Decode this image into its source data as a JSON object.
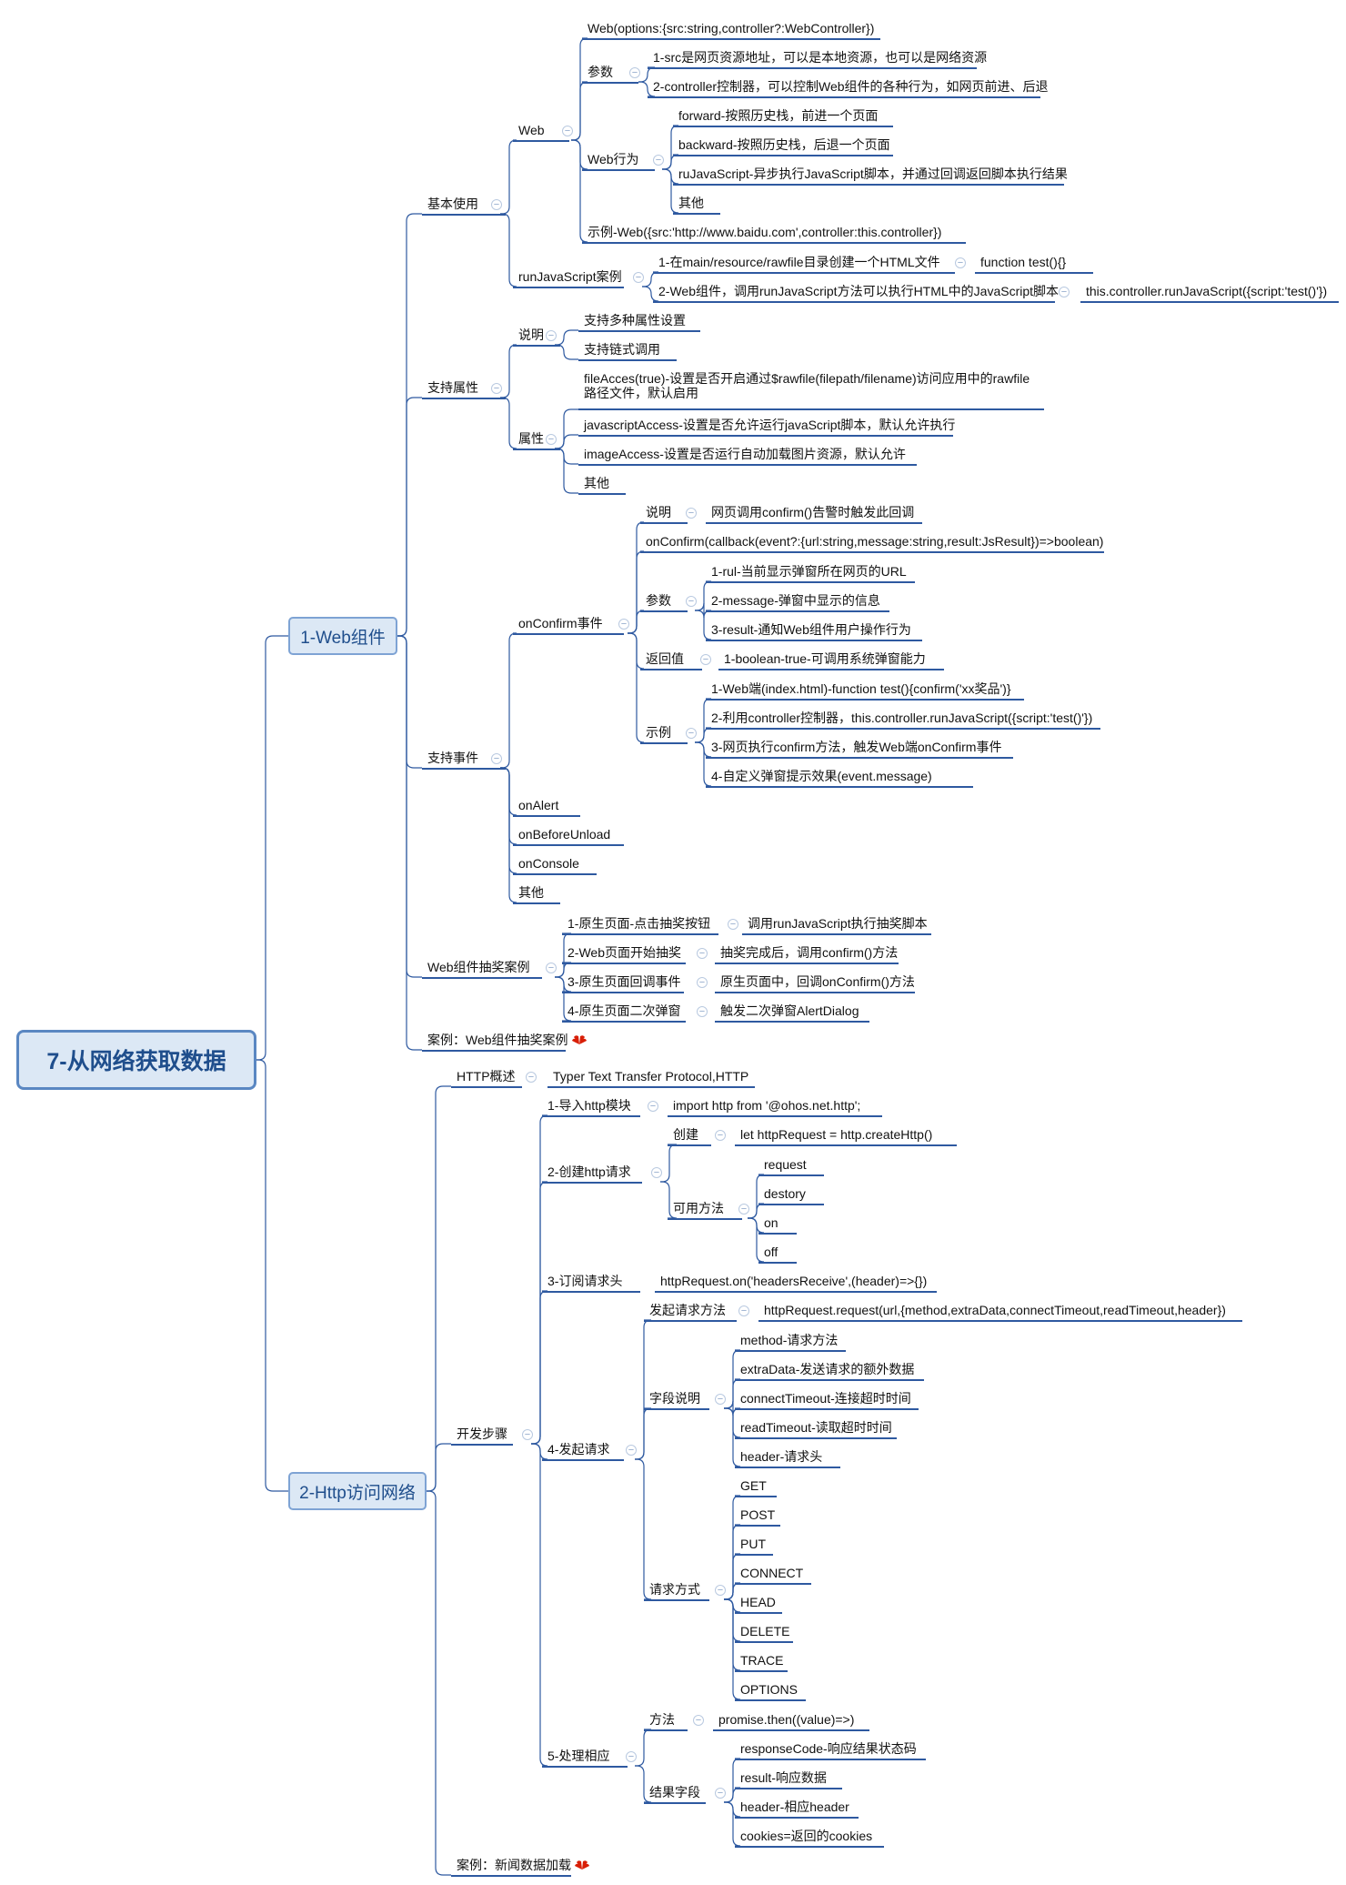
{
  "root": {
    "label": "7-从网络获取数据"
  },
  "branches": [
    {
      "label": "1-Web组件"
    },
    {
      "label": "2-Http访问网络"
    }
  ],
  "web": {
    "basic": "基本使用",
    "web": "Web",
    "web_sig": "Web(options:{src:string,controller?:WebController})",
    "params": "参数",
    "param1": "1-src是网页资源地址，可以是本地资源，也可以是网络资源",
    "param2": "2-controller控制器，可以控制Web组件的各种行为，如网页前进、后退",
    "behavior": "Web行为",
    "b1": "forward-按照历史栈，前进一个页面",
    "b2": "backward-按照历史栈，后退一个页面",
    "b3": "ruJavaScript-异步执行JavaScript脚本，并通过回调返回脚本执行结果",
    "b4": "其他",
    "example": "示例-Web({src:'http://www.baidu.com',controller:this.controller})",
    "runjs": "runJavaScript案例",
    "rj1": "1-在main/resource/rawfile目录创建一个HTML文件",
    "rj1a": "function test(){}",
    "rj2": "2-Web组件，调用runJavaScript方法可以执行HTML中的JavaScript脚本",
    "rj2a": "this.controller.runJavaScript({script:'test()'})",
    "attrs": "支持属性",
    "desc": "说明",
    "d1": "支持多种属性设置",
    "d2": "支持链式调用",
    "attr": "属性",
    "a1": "fileAcces(true)-设置是否开启通过$rawfile(filepath/filename)访问应用中的rawfile路径文件，默认启用",
    "a2": "javascriptAccess-设置是否允许运行javaScript脚本，默认允许执行",
    "a3": "imageAccess-设置是否运行自动加载图片资源，默认允许",
    "a4": "其他",
    "events": "支持事件",
    "onconfirm": "onConfirm事件",
    "oc_desc": "说明",
    "oc_desc1": "网页调用confirm()告警时触发此回调",
    "oc_sig": "onConfirm(callback(event?:{url:string,message:string,result:JsResult})=>boolean)",
    "oc_params": "参数",
    "op1": "1-rul-当前显示弹窗所在网页的URL",
    "op2": "2-message-弹窗中显示的信息",
    "op3": "3-result-通知Web组件用户操作行为",
    "oc_ret": "返回值",
    "or1": "1-boolean-true-可调用系统弹窗能力",
    "oc_ex": "示例",
    "oe1": "1-Web端(index.html)-function test(){confirm('xx奖品')}",
    "oe2": "2-利用controller控制器，this.controller.runJavaScript({script:'test()'})",
    "oe3": "3-网页执行confirm方法，触发Web端onConfirm事件",
    "oe4": "4-自定义弹窗提示效果(event.message)",
    "onalert": "onAlert",
    "onbeforeunload": "onBeforeUnload",
    "onconsole": "onConsole",
    "ev_other": "其他",
    "lottery": "Web组件抽奖案例",
    "l1": "1-原生页面-点击抽奖按钮",
    "l1a": "调用runJavaScript执行抽奖脚本",
    "l2": "2-Web页面开始抽奖",
    "l2a": "抽奖完成后，调用confirm()方法",
    "l3": "3-原生页面回调事件",
    "l3a": "原生页面中，回调onConfirm()方法",
    "l4": "4-原生页面二次弹窗",
    "l4a": "触发二次弹窗AlertDialog",
    "case": "案例：Web组件抽奖案例"
  },
  "http": {
    "overview": "HTTP概述",
    "overview1": "Typer Text Transfer Protocol,HTTP",
    "steps": "开发步骤",
    "s1": "1-导入http模块",
    "s1a": "import http from '@ohos.net.http';",
    "s2": "2-创建http请求",
    "create": "创建",
    "create1": "let httpRequest = http.createHttp()",
    "methods": "可用方法",
    "m1": "request",
    "m2": "destory",
    "m3": "on",
    "m4": "off",
    "s3": "3-订阅请求头",
    "s3a": "httpRequest.on('headersReceive',(header)=>{})",
    "s4": "4-发起请求",
    "req_method": "发起请求方法",
    "req_method1": "httpRequest.request(url,{method,extraData,connectTimeout,readTimeout,header})",
    "fields": "字段说明",
    "f1": "method-请求方法",
    "f2": "extraData-发送请求的额外数据",
    "f3": "connectTimeout-连接超时时间",
    "f4": "readTimeout-读取超时时间",
    "f5": "header-请求头",
    "req_way": "请求方式",
    "w1": "GET",
    "w2": "POST",
    "w3": "PUT",
    "w4": "CONNECT",
    "w5": "HEAD",
    "w6": "DELETE",
    "w7": "TRACE",
    "w8": "OPTIONS",
    "s5": "5-处理相应",
    "method": "方法",
    "method1": "promise.then((value)=>)",
    "result": "结果字段",
    "r1": "responseCode-响应结果状态码",
    "r2": "result-响应数据",
    "r3": "header-相应header",
    "r4": "cookies=返回的cookies",
    "case": "案例：新闻数据加载"
  },
  "icons": {
    "collapse": "collapse-icon",
    "brand": "huawei-logo-icon"
  },
  "colors": {
    "line": "#2e59a0",
    "root_bg": "#dce8f5",
    "root_border": "#5a87c2",
    "text_dark": "#1f4e8c"
  }
}
